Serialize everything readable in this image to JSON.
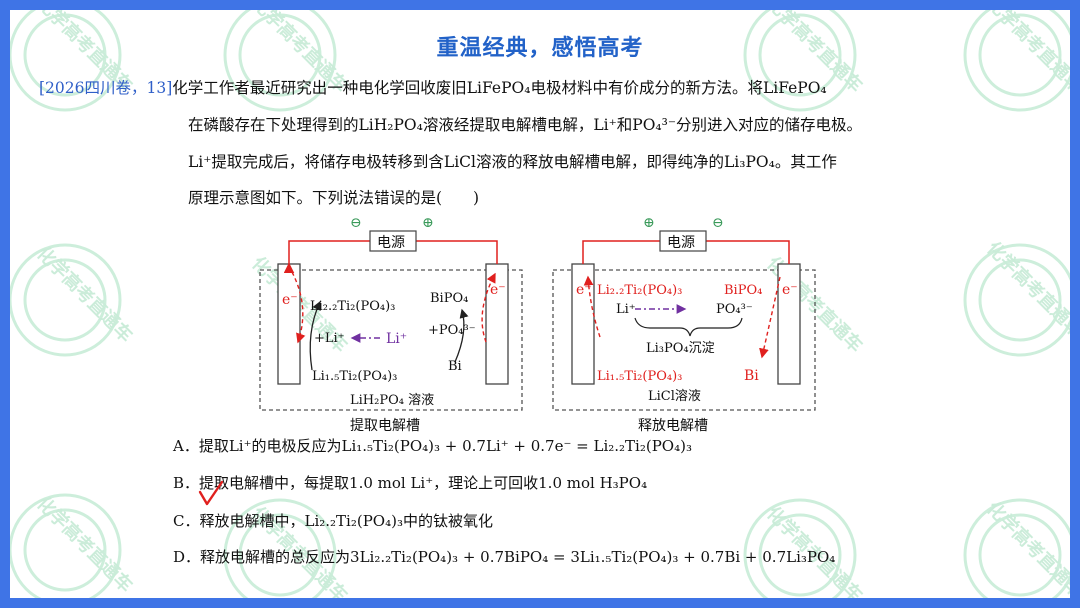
{
  "title": "重温经典，感悟高考",
  "question": {
    "source": "[2026四川卷，13]",
    "line1": "化学工作者最近研究出一种电化学回收废旧LiFePO₄电极材料中有价成分的新方法。将LiFePO₄",
    "line2": "在磷酸存在下处理得到的LiH₂PO₄溶液经提取电解槽电解，Li⁺和PO₄³⁻分别进入对应的储存电极。",
    "line3": "Li⁺提取完成后，将储存电极转移到含LiCl溶液的释放电解槽电解，即得纯净的Li₃PO₄。其工作",
    "line4": "原理示意图如下。下列说法错误的是(　　)"
  },
  "diagram": {
    "left": {
      "power": "电源",
      "minus": "⊖",
      "plus": "⊕",
      "electron_left": "e⁻",
      "electron_right": "e⁻",
      "top_species": "Li₂.₂Ti₂(PO₄)₃",
      "plus_li": "+Li⁺",
      "li_ion": "Li⁺",
      "bottom_species": "Li₁.₅Ti₂(PO₄)₃",
      "bipo4": "BiPO₄",
      "plus_po4": "+PO₄³⁻",
      "bi": "Bi",
      "solution": "LiH₂PO₄ 溶液",
      "caption": "提取电解槽"
    },
    "right": {
      "power": "电源",
      "plus": "⊕",
      "minus": "⊖",
      "electron_left": "e⁻",
      "electron_right": "e⁻",
      "top_species": "Li₂.₂Ti₂(PO₄)₃",
      "bipo4": "BiPO₄",
      "li": "Li⁺",
      "po4": "PO₄³⁻",
      "precip": "Li₃PO₄沉淀",
      "bottom_species": "Li₁.₅Ti₂(PO₄)₃",
      "bi": "Bi",
      "solution": "LiCl溶液",
      "caption": "释放电解槽"
    },
    "colors": {
      "red": "#e0201e",
      "purple": "#7030a0",
      "box": "#555555"
    }
  },
  "options": {
    "a": "A．提取Li⁺的电极反应为Li₁.₅Ti₂(PO₄)₃ + 0.7Li⁺ + 0.7e⁻ = Li₂.₂Ti₂(PO₄)₃",
    "b": "B．提取电解槽中，每提取1.0 mol Li⁺，理论上可回收1.0 mol H₃PO₄",
    "c": "C．释放电解槽中，Li₂.₂Ti₂(PO₄)₃中的钛被氧化",
    "d": "D．释放电解槽的总反应为3Li₂.₂Ti₂(PO₄)₃ + 0.7BiPO₄ = 3Li₁.₅Ti₂(PO₄)₃ + 0.7Bi + 0.7Li₃PO₄"
  },
  "watermark": {
    "text": "化学高考直通车",
    "color": "#c9ecd8"
  },
  "answer_mark": {
    "option": "B",
    "color": "#e0201e"
  }
}
